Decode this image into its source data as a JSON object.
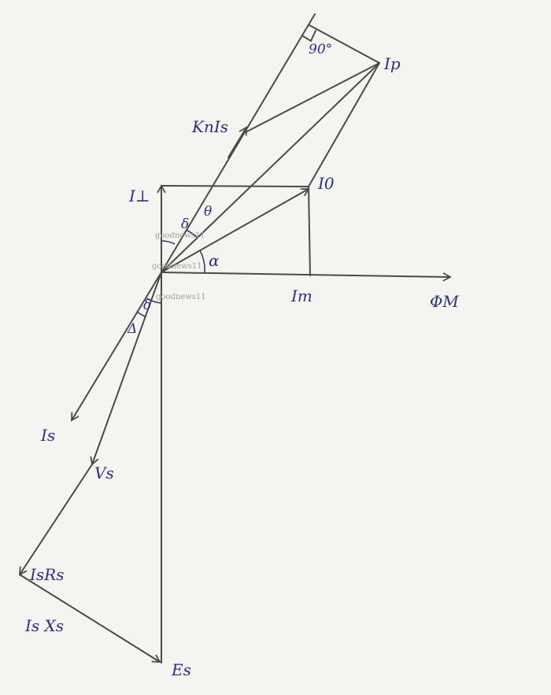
{
  "diagram": {
    "colors": {
      "line": "#4a4a4a",
      "ink": "#2b2f8a",
      "paper": "#f4f4f1"
    },
    "labels": {
      "ip": "Ip",
      "kn_is": "KnIs",
      "i_perp": "I⊥",
      "i0": "I0",
      "im": "Im",
      "phi_m": "ΦM",
      "is": "Is",
      "vs": "Vs",
      "is_rs": "IsRs",
      "is_xs": "Is Xs",
      "es": "Es",
      "right_angle": "90°",
      "delta_upper": "δ",
      "theta": "θ",
      "alpha": "α",
      "delta_lower": "δ",
      "delta_small": "Δ"
    },
    "watermarks": [
      "goodnews11",
      "goodnews11",
      "goodnews11"
    ]
  }
}
